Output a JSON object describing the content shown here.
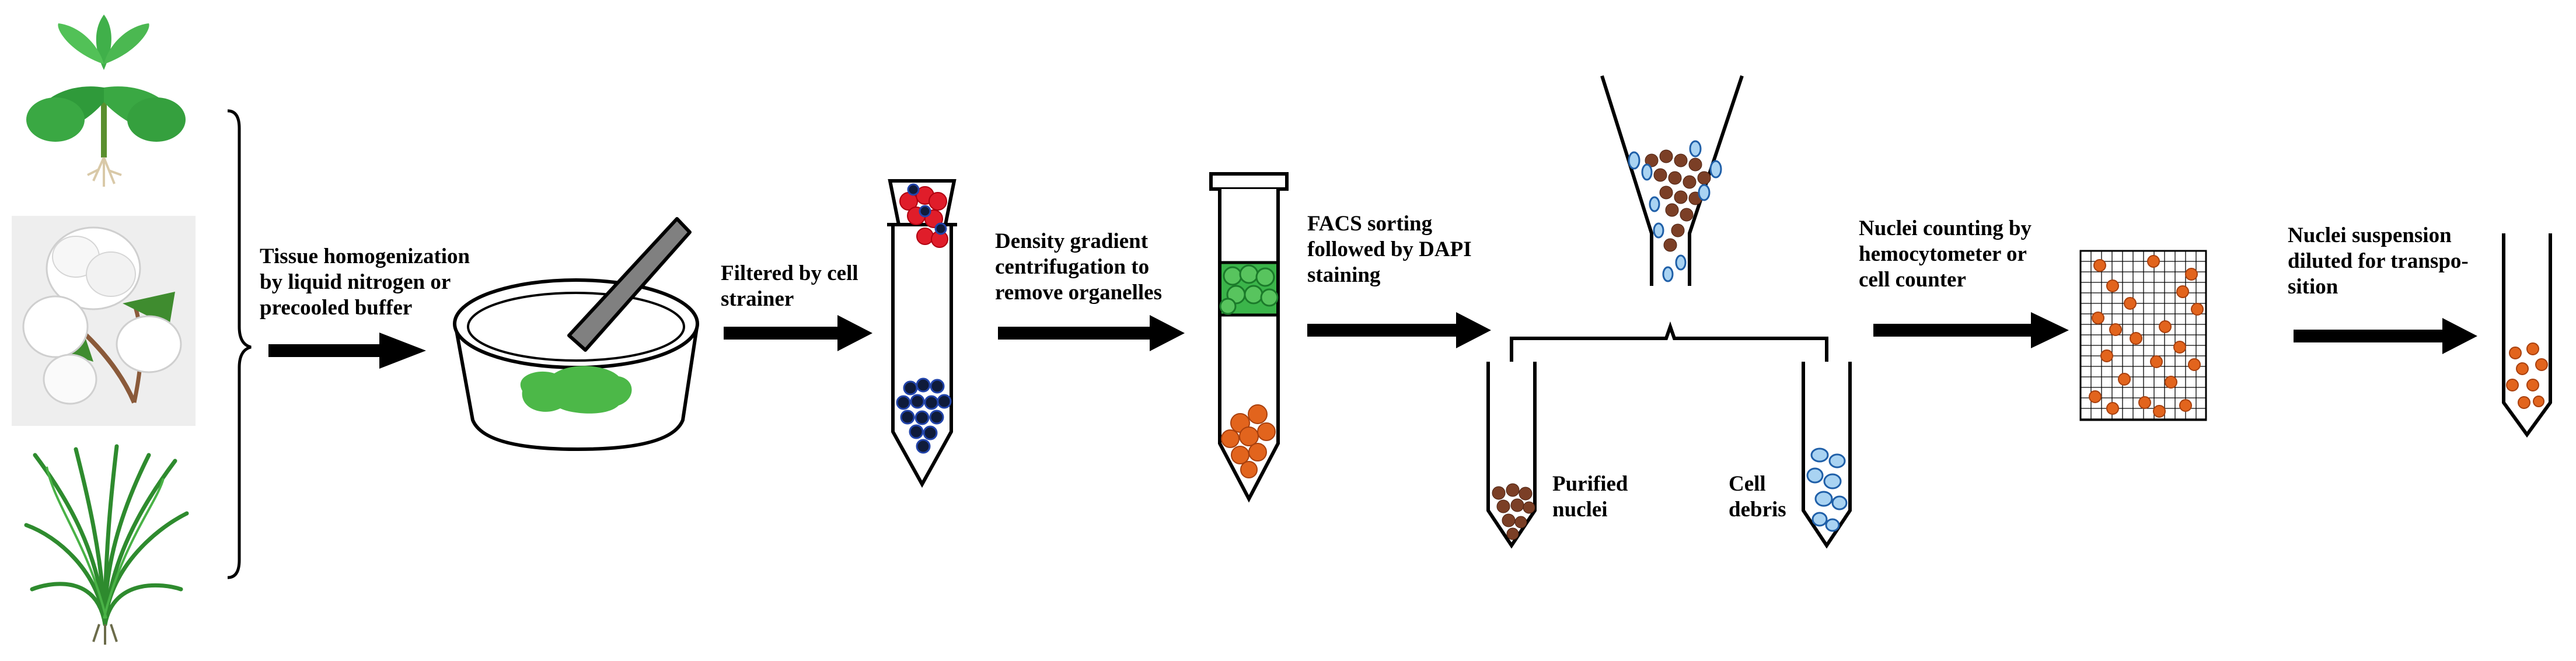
{
  "steps": {
    "homogenization": {
      "lines": [
        "Tissue homogenization",
        "by liquid nitrogen or",
        "precooled buffer"
      ]
    },
    "filtered": {
      "lines": [
        "Filtered by cell",
        "strainer"
      ]
    },
    "density": {
      "lines": [
        "Density gradient",
        "centrifugation to",
        "remove organelles"
      ]
    },
    "facs": {
      "lines": [
        "FACS sorting",
        "followed by DAPI",
        "staining"
      ]
    },
    "purified": {
      "lines": [
        "Purified",
        "nuclei"
      ]
    },
    "debris": {
      "lines": [
        "Cell",
        "debris"
      ]
    },
    "counting": {
      "lines": [
        "Nuclei counting by",
        "hemocytometer or",
        "cell counter"
      ]
    },
    "suspension": {
      "lines": [
        "Nuclei suspension",
        "diluted for transpo-",
        "sition"
      ]
    }
  },
  "colors": {
    "nuclei_orange": "#e2641d",
    "nuclei_brown": "#7b3f26",
    "cell_red": "#e01d2a",
    "dark_particle": "#0f1b3a",
    "chloroplast_green": "#3bb54a",
    "debris_blue": "#a9d3f2",
    "leaf_green": "#4cb848"
  },
  "icons": [
    "cotton-seedling-icon",
    "cotton-boll-icon",
    "rice-plant-icon",
    "mortar-pestle-icon",
    "cell-strainer-tube-icon",
    "centrifuge-tube-icon",
    "facs-funnel-icon",
    "hemocytometer-grid-icon",
    "suspension-tube-icon"
  ]
}
